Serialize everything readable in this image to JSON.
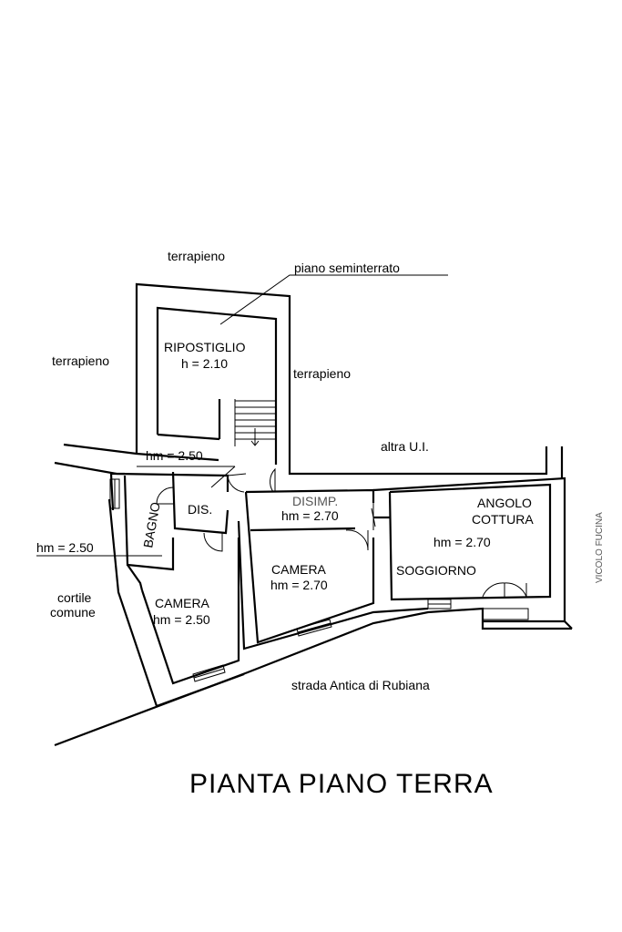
{
  "labels": {
    "terrapieno_top": "terrapieno",
    "piano_seminterrato": "piano seminterrato",
    "terrapieno_left": "terrapieno",
    "terrapieno_right": "terrapieno",
    "ripostiglio": "RIPOSTIGLIO",
    "ripostiglio_h": "h = 2.10",
    "altra_ui": "altra U.I.",
    "hm_dis": "hm = 2.50",
    "disimp": "DISIMP.",
    "disimp_hm": "hm = 2.70",
    "angolo": "ANGOLO",
    "cottura": "COTTURA",
    "soggiorno_hm": "hm = 2.70",
    "soggiorno": "SOGGIORNO",
    "vicolo": "VICOLO FUCINA",
    "bagno": "BAGNO",
    "dis": "DIS.",
    "hm_bagno": "hm = 2.50",
    "camera_mid": "CAMERA",
    "camera_mid_hm": "hm = 2.70",
    "cortile": "cortile",
    "comune": "comune",
    "camera_left": "CAMERA",
    "camera_left_hm": "hm = 2.50",
    "strada": "strada Antica di Rubiana"
  },
  "title": "PIANTA PIANO TERRA"
}
